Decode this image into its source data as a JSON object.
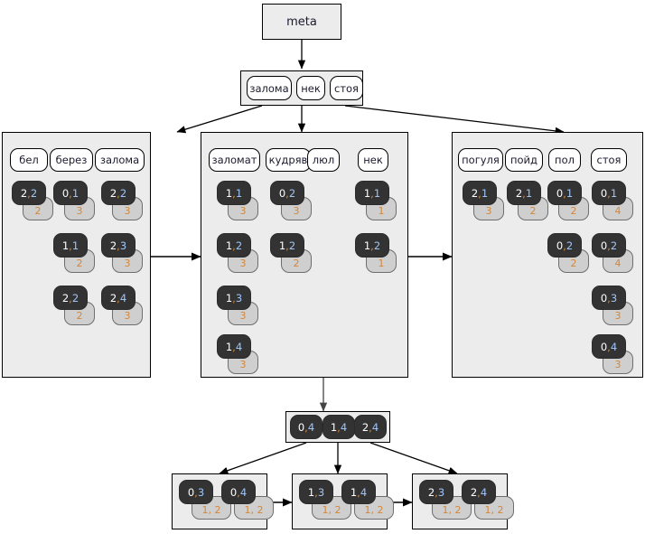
{
  "diagram": {
    "title": "meta",
    "root": {
      "label": "meta"
    },
    "level2": {
      "items": [
        "залома",
        "нек",
        "стоя"
      ]
    },
    "groups": [
      {
        "name": "left-group",
        "columns": [
          {
            "label": "бел",
            "nodes": [
              {
                "pair": "2,2",
                "count": "2"
              }
            ]
          },
          {
            "label": "берез",
            "nodes": [
              {
                "pair": "0,1",
                "count": "3"
              },
              {
                "pair": "1,1",
                "count": "2"
              },
              {
                "pair": "2,2",
                "count": "2"
              }
            ]
          },
          {
            "label": "залома",
            "nodes": [
              {
                "pair": "2,2",
                "count": "3"
              },
              {
                "pair": "2,3",
                "count": "3"
              },
              {
                "pair": "2,4",
                "count": "3"
              }
            ]
          }
        ]
      },
      {
        "name": "middle-group",
        "columns": [
          {
            "label": "заломат",
            "nodes": [
              {
                "pair": "1,1",
                "count": "3"
              },
              {
                "pair": "1,2",
                "count": "3"
              },
              {
                "pair": "1,3",
                "count": "3"
              },
              {
                "pair": "1,4",
                "count": "3"
              }
            ]
          },
          {
            "label": "кудряв",
            "nodes": [
              {
                "pair": "0,2",
                "count": "3"
              },
              {
                "pair": "1,2",
                "count": "2"
              }
            ]
          },
          {
            "label": "люл",
            "nodes": []
          },
          {
            "label": "нек",
            "nodes": [
              {
                "pair": "1,1",
                "count": "1"
              },
              {
                "pair": "1,2",
                "count": "1"
              }
            ]
          }
        ]
      },
      {
        "name": "right-group",
        "columns": [
          {
            "label": "погуля",
            "nodes": [
              {
                "pair": "2,1",
                "count": "3"
              }
            ]
          },
          {
            "label": "пойд",
            "nodes": [
              {
                "pair": "2,1",
                "count": "2"
              }
            ]
          },
          {
            "label": "пол",
            "nodes": [
              {
                "pair": "0,1",
                "count": "2"
              },
              {
                "pair": "0,2",
                "count": "2"
              }
            ]
          },
          {
            "label": "стоя",
            "nodes": [
              {
                "pair": "0,1",
                "count": "4"
              },
              {
                "pair": "0,2",
                "count": "4"
              },
              {
                "pair": "0,3",
                "count": "3"
              },
              {
                "pair": "0,4",
                "count": "3"
              }
            ]
          }
        ]
      }
    ],
    "fanout_strip": {
      "name": "fanout-strip",
      "nodes": [
        "0,4",
        "1,4",
        "2,4"
      ]
    },
    "bottom_groups": [
      {
        "name": "bottom-group-1",
        "nodes": [
          {
            "pair": "0,3",
            "count": "1, 2"
          },
          {
            "pair": "0,4",
            "count": "1, 2"
          }
        ]
      },
      {
        "name": "bottom-group-2",
        "nodes": [
          {
            "pair": "1,3",
            "count": "1, 2"
          },
          {
            "pair": "1,4",
            "count": "1, 2"
          }
        ]
      },
      {
        "name": "bottom-group-3",
        "nodes": [
          {
            "pair": "2,3",
            "count": "1, 2"
          },
          {
            "pair": "2,4",
            "count": "1, 2"
          }
        ]
      }
    ],
    "colors": {
      "node_dark": "#333333",
      "badge_gray": "#cfcfcf",
      "panel_gray": "#ececec",
      "accent_orange": "#d4863a",
      "digit_blue": "#9fc5f8",
      "edge": "#000000"
    }
  }
}
